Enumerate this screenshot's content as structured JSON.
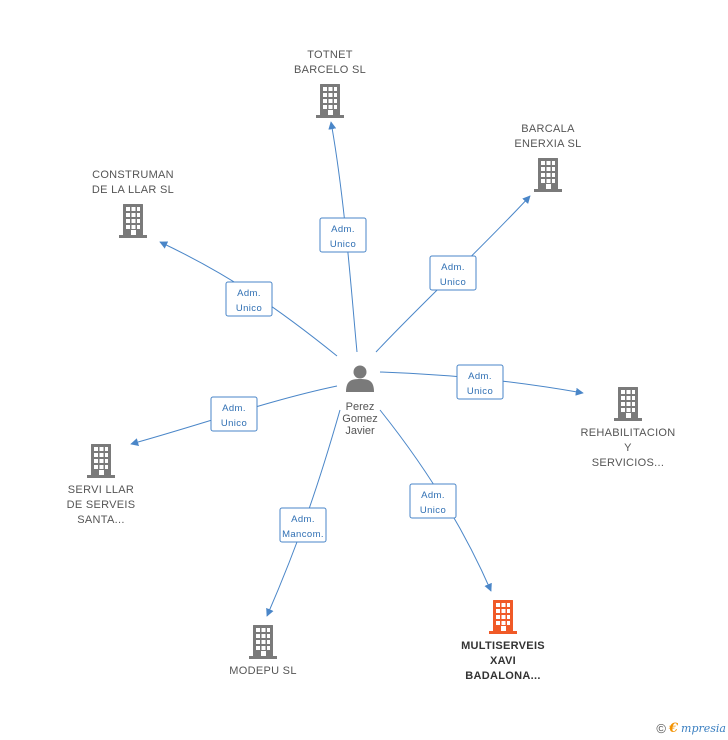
{
  "center": {
    "name_lines": [
      "Perez",
      "Gomez",
      "Javier"
    ],
    "icon": "person-icon"
  },
  "nodes": [
    {
      "id": "totnet",
      "lines": [
        "TOTNET",
        "BARCELO SL"
      ],
      "icon": "building-icon",
      "highlight": false
    },
    {
      "id": "barcala",
      "lines": [
        "BARCALA",
        "ENERXIA SL"
      ],
      "icon": "building-icon",
      "highlight": false
    },
    {
      "id": "construman",
      "lines": [
        "CONSTRUMAN",
        "DE LA LLAR SL"
      ],
      "icon": "building-icon",
      "highlight": false
    },
    {
      "id": "rehabilitacion",
      "lines": [
        "REHABILITACION",
        "Y",
        "SERVICIOS..."
      ],
      "icon": "building-icon",
      "highlight": false
    },
    {
      "id": "servi",
      "lines": [
        "SERVI LLAR",
        "DE SERVEIS",
        "SANTA..."
      ],
      "icon": "building-icon",
      "highlight": false
    },
    {
      "id": "modepu",
      "lines": [
        "MODEPU SL"
      ],
      "icon": "building-icon",
      "highlight": false
    },
    {
      "id": "multiserveis",
      "lines": [
        "MULTISERVEIS",
        "XAVI",
        "BADALONA..."
      ],
      "icon": "building-icon",
      "highlight": true
    }
  ],
  "edges": [
    {
      "target": "totnet",
      "label_lines": [
        "Adm.",
        "Unico"
      ]
    },
    {
      "target": "barcala",
      "label_lines": [
        "Adm.",
        "Unico"
      ]
    },
    {
      "target": "construman",
      "label_lines": [
        "Adm.",
        "Unico"
      ]
    },
    {
      "target": "rehabilitacion",
      "label_lines": [
        "Adm.",
        "Unico"
      ]
    },
    {
      "target": "servi",
      "label_lines": [
        "Adm.",
        "Unico"
      ]
    },
    {
      "target": "modepu",
      "label_lines": [
        "Adm.",
        "Mancom."
      ]
    },
    {
      "target": "multiserveis",
      "label_lines": [
        "Adm.",
        "Unico"
      ]
    }
  ],
  "colors": {
    "edge": "#4a86c8",
    "building": "#7a7a7a",
    "building_highlight": "#f05a28",
    "person": "#7a7a7a"
  },
  "footer": {
    "copyright": "©",
    "brand_initial": "€",
    "brand_rest": "mpresia"
  }
}
